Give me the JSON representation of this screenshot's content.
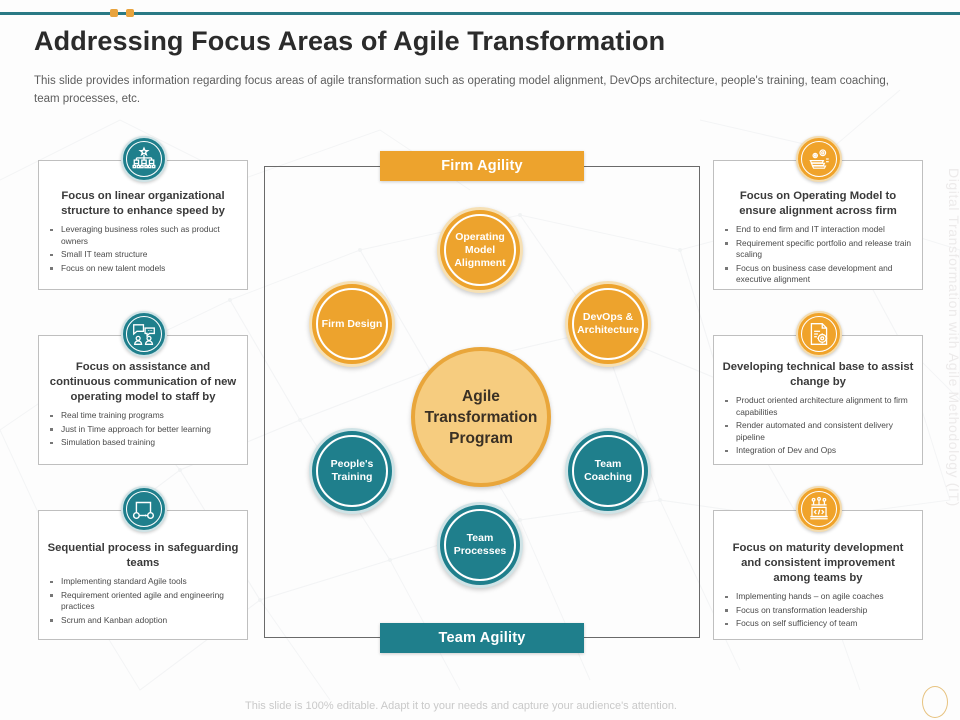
{
  "header": {
    "title": "Addressing Focus Areas of Agile Transformation",
    "subtitle": "This slide provides  information regarding  focus areas of agile transformation  such as operating model alignment, DevOps  architecture,  people's training,  team coaching,  team processes, etc."
  },
  "side_label": "Digital Transformation with Agile Methodology (IT)",
  "bands": {
    "top": "Firm Agility",
    "bottom": "Team Agility"
  },
  "nodes": {
    "core": "Agile Transformation Program",
    "core_lines": [
      "Agile",
      "Transformation",
      "Program"
    ],
    "operating_model": [
      "Operating",
      "Model",
      "Alignment"
    ],
    "firm_design": [
      "Firm Design"
    ],
    "devops": [
      "DevOps &",
      "Architecture"
    ],
    "peoples_training": [
      "People's",
      "Training"
    ],
    "team_coaching": [
      "Team",
      "Coaching"
    ],
    "team_processes": [
      "Team",
      "Processes"
    ]
  },
  "cards": {
    "left": [
      {
        "icon": "org-chart-icon",
        "heading": "Focus on linear organizational structure to enhance speed by",
        "bullets": [
          "Leveraging business roles such as product owners",
          "Small  IT team structure",
          "Focus on new talent models"
        ]
      },
      {
        "icon": "communication-icon",
        "heading": "Focus on assistance and continuous communication of new operating model to staff by",
        "bullets": [
          "Real time training programs",
          "Just in Time approach for better learning",
          "Simulation based training"
        ]
      },
      {
        "icon": "process-flow-icon",
        "heading": "Sequential process in safeguarding teams",
        "bullets": [
          "Implementing standard Agile tools",
          "Requirement oriented agile and engineering practices",
          "Scrum and Kanban adoption"
        ]
      }
    ],
    "right": [
      {
        "icon": "gears-document-icon",
        "heading": "Focus on Operating Model to ensure alignment across firm",
        "bullets": [
          "End to end firm and IT interaction model",
          "Requirement specific portfolio and release train scaling",
          "Focus on business case development and executive alignment"
        ]
      },
      {
        "icon": "document-gear-icon",
        "heading": "Developing technical base to assist change by",
        "bullets": [
          "Product oriented architecture alignment to firm capabilities",
          "Render automated and consistent delivery pipeline",
          "Integration of Dev and Ops"
        ]
      },
      {
        "icon": "code-podium-icon",
        "heading": "Focus on maturity development and consistent improvement among teams by",
        "bullets": [
          "Implementing hands – on agile coaches",
          "Focus on transformation leadership",
          "Focus on self sufficiency of team"
        ]
      }
    ]
  },
  "footer": {
    "note": "This slide is 100% editable. Adapt it to your needs and capture your audience's attention."
  },
  "colors": {
    "teal": "#1f7f8c",
    "orange": "#eda32d",
    "core_fill": "#f6cc7f",
    "rule": "#2a7a85",
    "dot": "#e8a33d"
  }
}
